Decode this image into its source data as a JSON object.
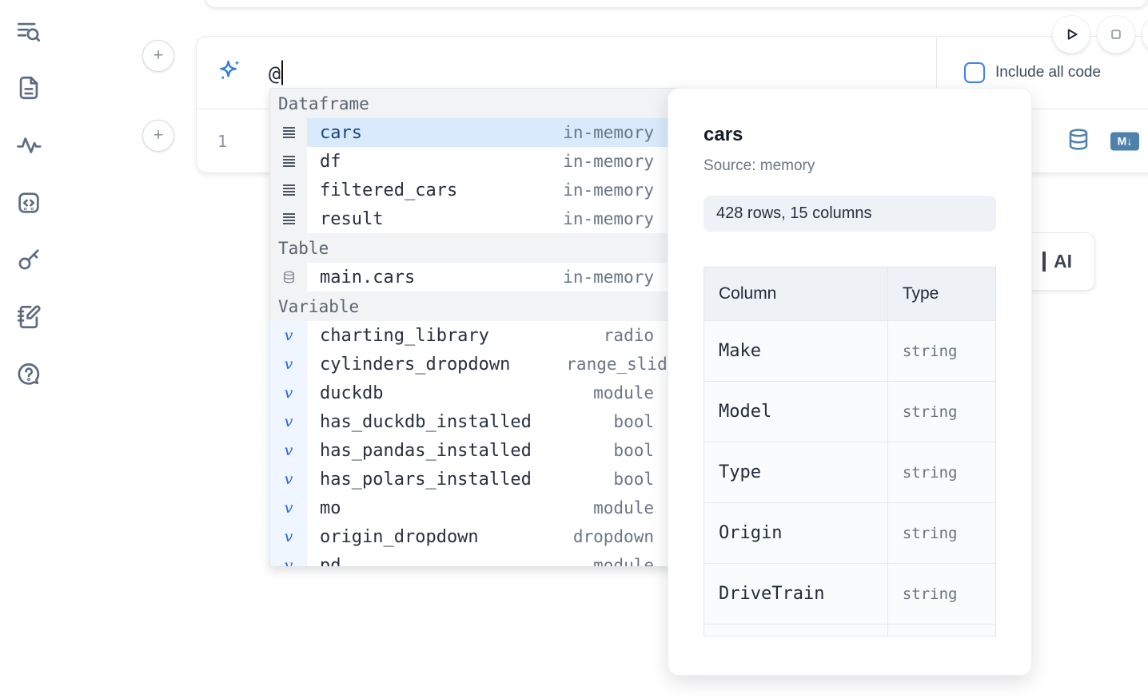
{
  "sidebar": {
    "icons": [
      "list-search",
      "document",
      "activity",
      "code-block",
      "key",
      "notebook-edit",
      "help-chat"
    ]
  },
  "cell": {
    "prompt_value": "@",
    "include_all_code_label": "Include all code",
    "line_number": "1"
  },
  "run_controls": {
    "icons": [
      "play",
      "stop",
      "more"
    ]
  },
  "ai_button": {
    "label": "AI"
  },
  "autocomplete": {
    "groups": [
      {
        "label": "Dataframe",
        "items": [
          {
            "name": "cars",
            "type": "in-memory"
          },
          {
            "name": "df",
            "type": "in-memory"
          },
          {
            "name": "filtered_cars",
            "type": "in-memory"
          },
          {
            "name": "result",
            "type": "in-memory"
          }
        ]
      },
      {
        "label": "Table",
        "items": [
          {
            "name": "main.cars",
            "type": "in-memory"
          }
        ]
      },
      {
        "label": "Variable",
        "items": [
          {
            "name": "charting_library",
            "type": "radio"
          },
          {
            "name": "cylinders_dropdown",
            "type": "range_slider"
          },
          {
            "name": "duckdb",
            "type": "module"
          },
          {
            "name": "has_duckdb_installed",
            "type": "bool"
          },
          {
            "name": "has_pandas_installed",
            "type": "bool"
          },
          {
            "name": "has_polars_installed",
            "type": "bool"
          },
          {
            "name": "mo",
            "type": "module"
          },
          {
            "name": "origin_dropdown",
            "type": "dropdown"
          },
          {
            "name": "pd",
            "type": "module"
          }
        ]
      }
    ]
  },
  "preview": {
    "title": "cars",
    "source": "Source: memory",
    "shape": "428 rows, 15 columns",
    "table": {
      "headers": [
        "Column",
        "Type"
      ],
      "rows": [
        [
          "Make",
          "string"
        ],
        [
          "Model",
          "string"
        ],
        [
          "Type",
          "string"
        ],
        [
          "Origin",
          "string"
        ],
        [
          "DriveTrain",
          "string"
        ]
      ]
    }
  },
  "colors": {
    "accent_blue": "#3d82f6",
    "selection_bg": "#d8eafc",
    "selection_text": "#1c4587",
    "steel_icon": "#4e82ab",
    "slate_icon": "#5b6b82",
    "muted_text": "#6a7686",
    "badge_bg": "#eef1f6"
  }
}
